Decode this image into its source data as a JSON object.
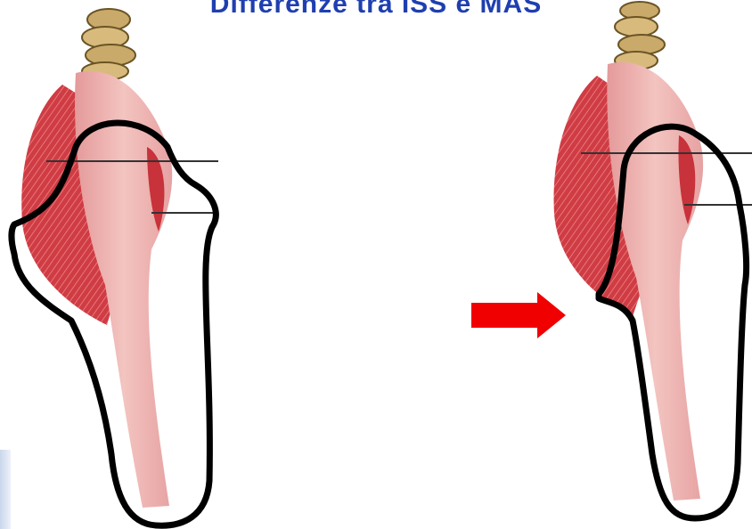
{
  "slide": {
    "title": "Differenze tra ISS e MAS"
  },
  "figures": [
    {
      "name": "left-shoulder-illustration"
    },
    {
      "name": "right-shoulder-illustration"
    }
  ],
  "arrow": {
    "color": "#f00000",
    "direction": "right"
  },
  "colors": {
    "title": "#1f3fb0",
    "muscle": "#c8323a",
    "tendon": "#e8a6a6",
    "outline": "#000000"
  }
}
